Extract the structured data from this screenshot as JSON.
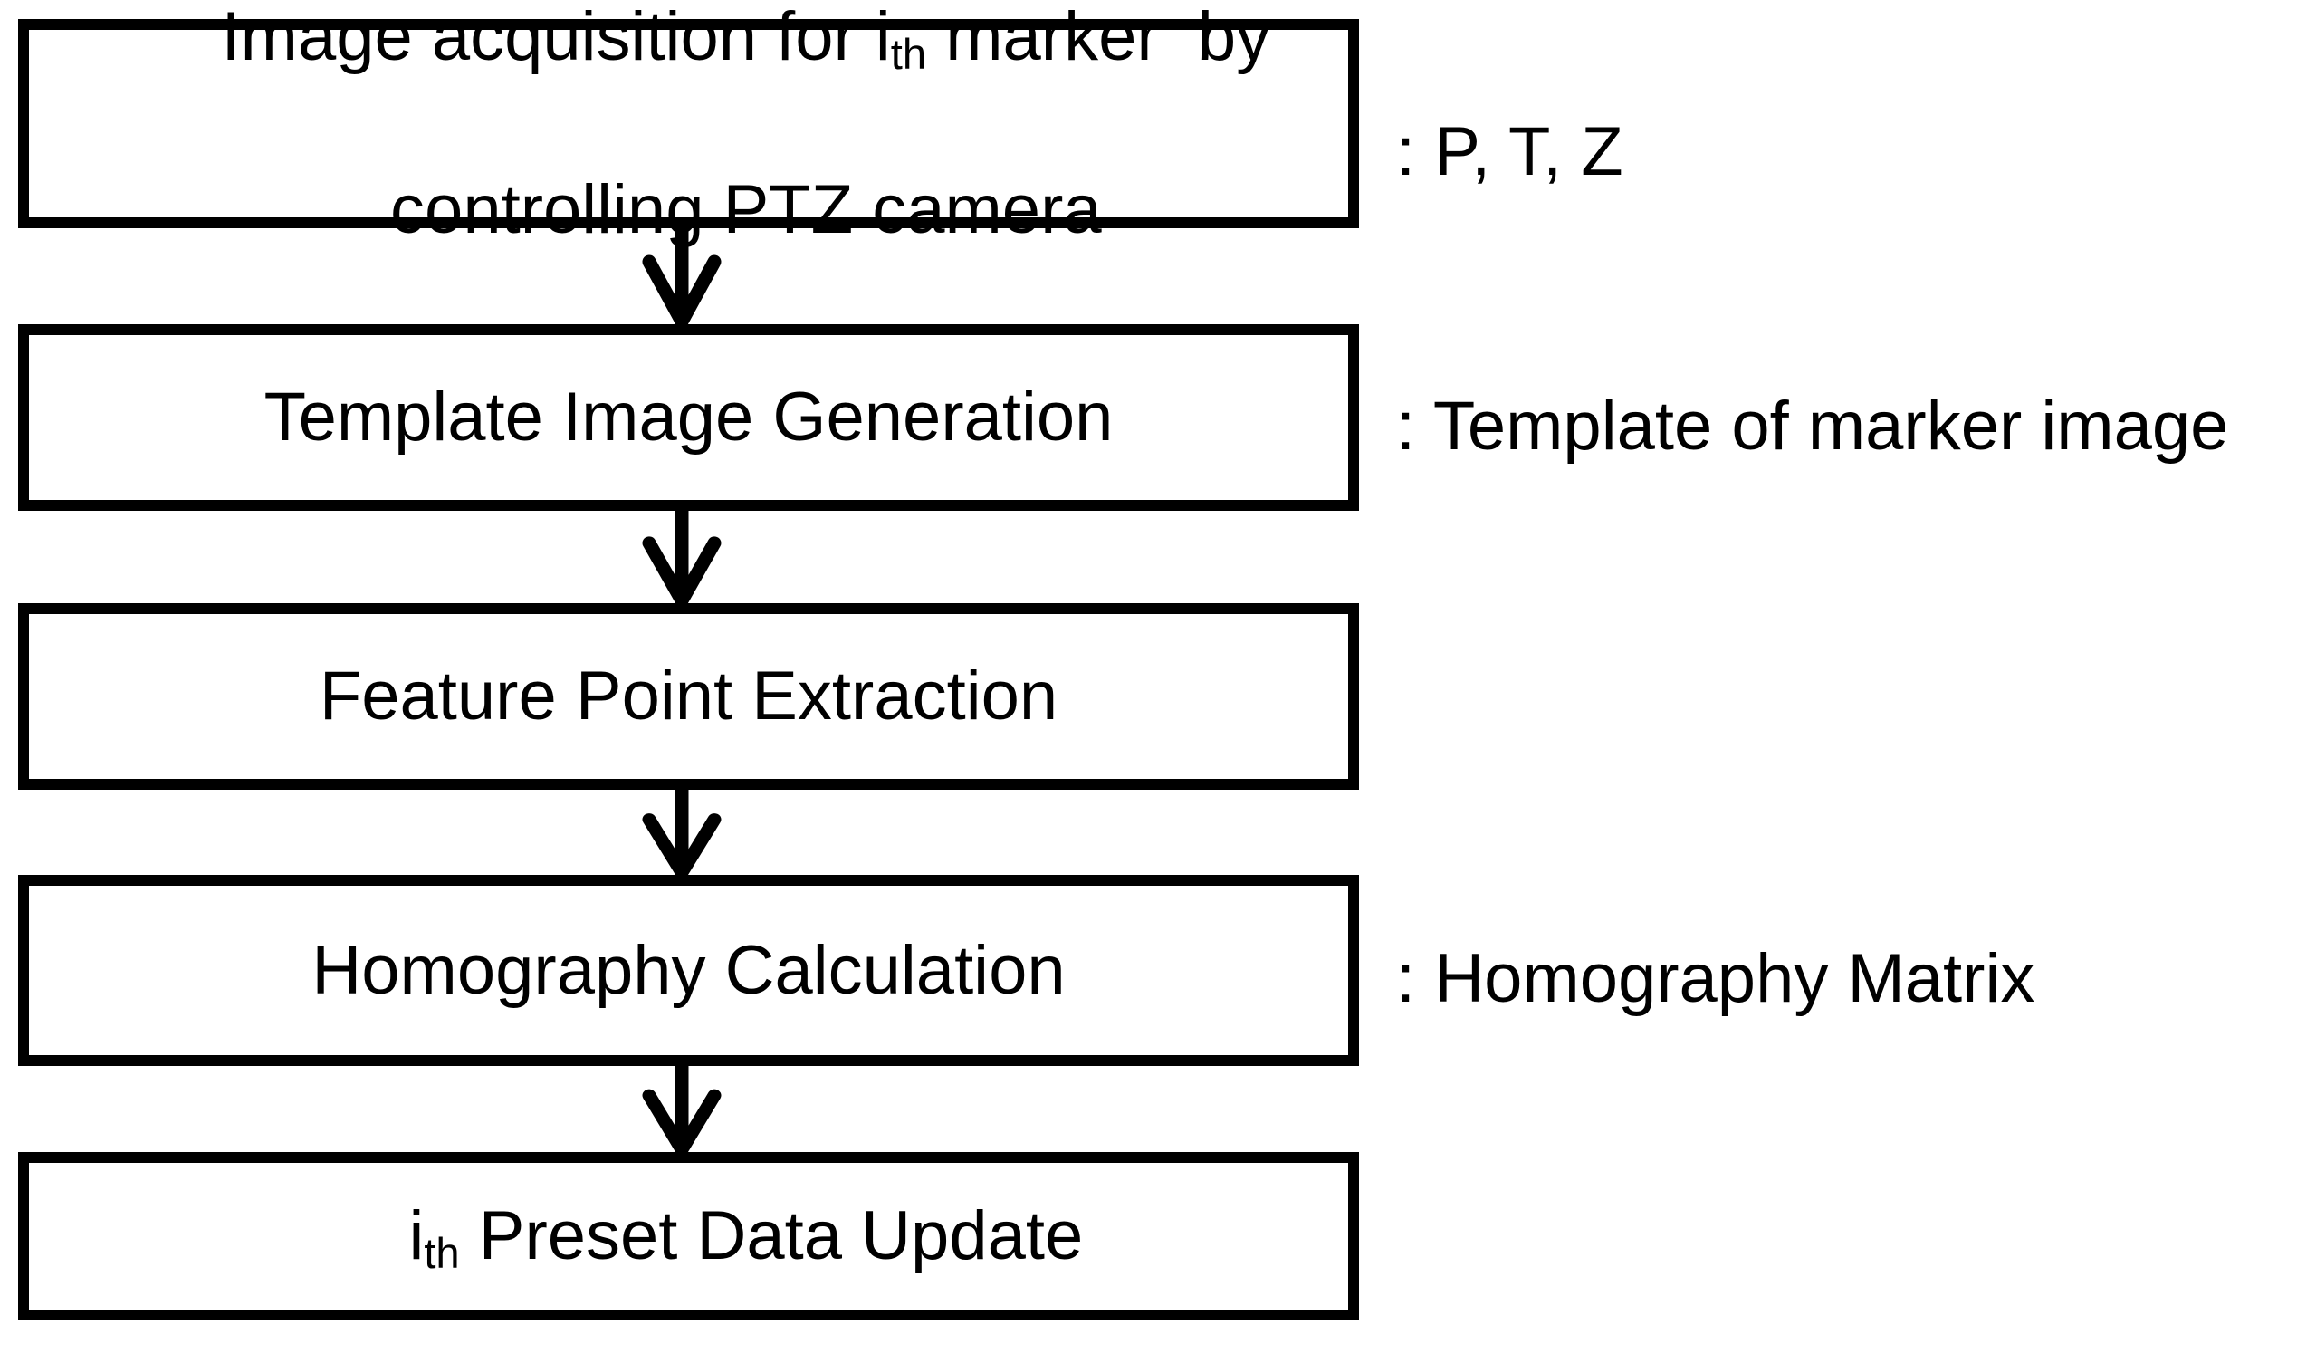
{
  "colors": {
    "ink": "#000000",
    "background": "#ffffff"
  },
  "flowchart": {
    "step1": {
      "line1_pre": "Image acquisition for i",
      "line1_sub": "th",
      "line1_post": " marker  by",
      "line2": "controlling PTZ camera",
      "annotation": ": P, T, Z"
    },
    "step2": {
      "label": "Template Image Generation",
      "annotation": ": Template of marker image"
    },
    "step3": {
      "label": "Feature Point Extraction"
    },
    "step4": {
      "label": "Homography Calculation",
      "annotation": ": Homography Matrix"
    },
    "step5": {
      "pre": "i",
      "sub": "th",
      "post": " Preset Data Update"
    }
  }
}
